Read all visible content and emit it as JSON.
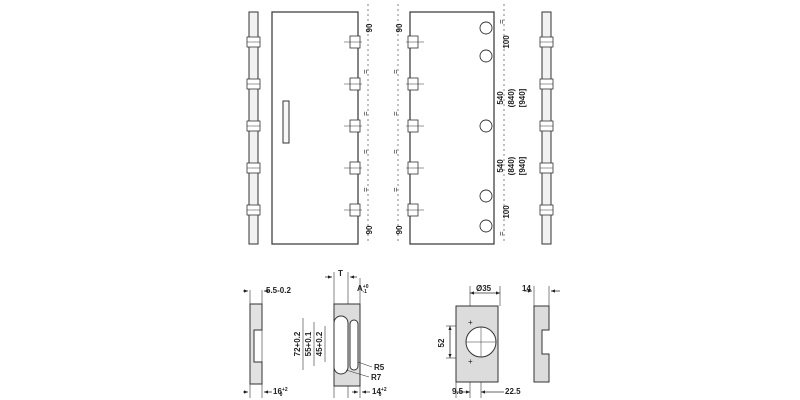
{
  "door_elevation": {
    "dims_hinge_spacing_left": [
      "90",
      "90"
    ],
    "dims_hinge_spacing_right": [
      "90",
      "90"
    ],
    "dims_bore_spacing": [
      {
        "value": "100"
      },
      {
        "value": "540",
        "alt1": "(840)",
        "alt2": "[940]"
      },
      {
        "value": "540",
        "alt1": "(840)",
        "alt2": "[940]"
      },
      {
        "value": "100"
      }
    ]
  },
  "frame_detail": {
    "dim_depth": "5.5-0.2",
    "dim_bottom": "16",
    "dim_bottom_tol_upper": "+2",
    "dim_bottom_tol_lower": "0"
  },
  "slot_detail": {
    "label_T": "T",
    "label_A": "A",
    "label_A_tol_upper": "+0",
    "label_A_tol_lower": "-1",
    "dims_vertical": [
      "72+0.2",
      "55+0.1",
      "45+0.2"
    ],
    "radii": [
      "R5",
      "R7"
    ],
    "dim_bottom": "14",
    "dim_bottom_tol_upper": "+2",
    "dim_bottom_tol_lower": "0"
  },
  "cup_detail": {
    "dim_diameter": "Ø35",
    "dim_height": "52",
    "dim_left": "9.5",
    "dim_right": "22.5"
  },
  "side_detail": {
    "dim_width": "14"
  }
}
